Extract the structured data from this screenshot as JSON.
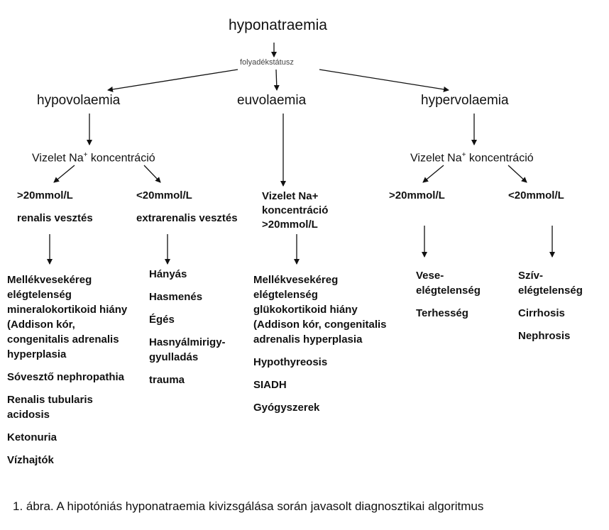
{
  "root": "hyponatraemia",
  "criterion": "folyadékstátusz",
  "branches": {
    "hypo": "hypovolaemia",
    "eu": "euvolaemia",
    "hyper": "hypervolaemia"
  },
  "urine_na_prefix": "Vizelet Na",
  "urine_na_sup": "+",
  "urine_na_suffix": " koncentráció",
  "gt20": ">20mmol/L",
  "lt20": "<20mmol/L",
  "renal_loss": "renalis vesztés",
  "extrarenal_loss": "extrarenalis vesztés",
  "eu_urine": [
    "Vizelet Na+",
    "koncentráció",
    ">20mmol/L"
  ],
  "renal_causes": [
    [
      "Mellékvesekéreg",
      "elégtelenség",
      "mineralokortikoid hiány",
      "(Addison kór,",
      "congenitalis adrenalis",
      "hyperplasia"
    ],
    [
      "Sóvesztő nephropathia"
    ],
    [
      "Renalis tubularis",
      "acidosis"
    ],
    [
      "Ketonuria"
    ],
    [
      "Vízhajtók"
    ]
  ],
  "extrarenal_causes": [
    [
      "Hányás"
    ],
    [
      "Hasmenés"
    ],
    [
      "Égés"
    ],
    [
      "Hasnyálmirigy-",
      "gyulladás"
    ],
    [
      "trauma"
    ]
  ],
  "eu_causes": [
    [
      "Mellékvesekéreg",
      "elégtelenség",
      "glükokortikoid hiány",
      "(Addison kór, congenitalis",
      "adrenalis hyperplasia"
    ],
    [
      "Hypothyreosis"
    ],
    [
      "SIADH"
    ],
    [
      "Gyógyszerek"
    ]
  ],
  "hyper_gt_causes": [
    [
      "Vese-",
      "elégtelenség"
    ],
    [
      "Terhesség"
    ]
  ],
  "hyper_lt_causes": [
    [
      "Szív-",
      "elégtelenség"
    ],
    [
      "Cirrhosis"
    ],
    [
      "Nephrosis"
    ]
  ],
  "caption": "1. ábra. A hipotóniás hyponatraemia kivizsgálása során javasolt diagnosztikai algoritmus"
}
